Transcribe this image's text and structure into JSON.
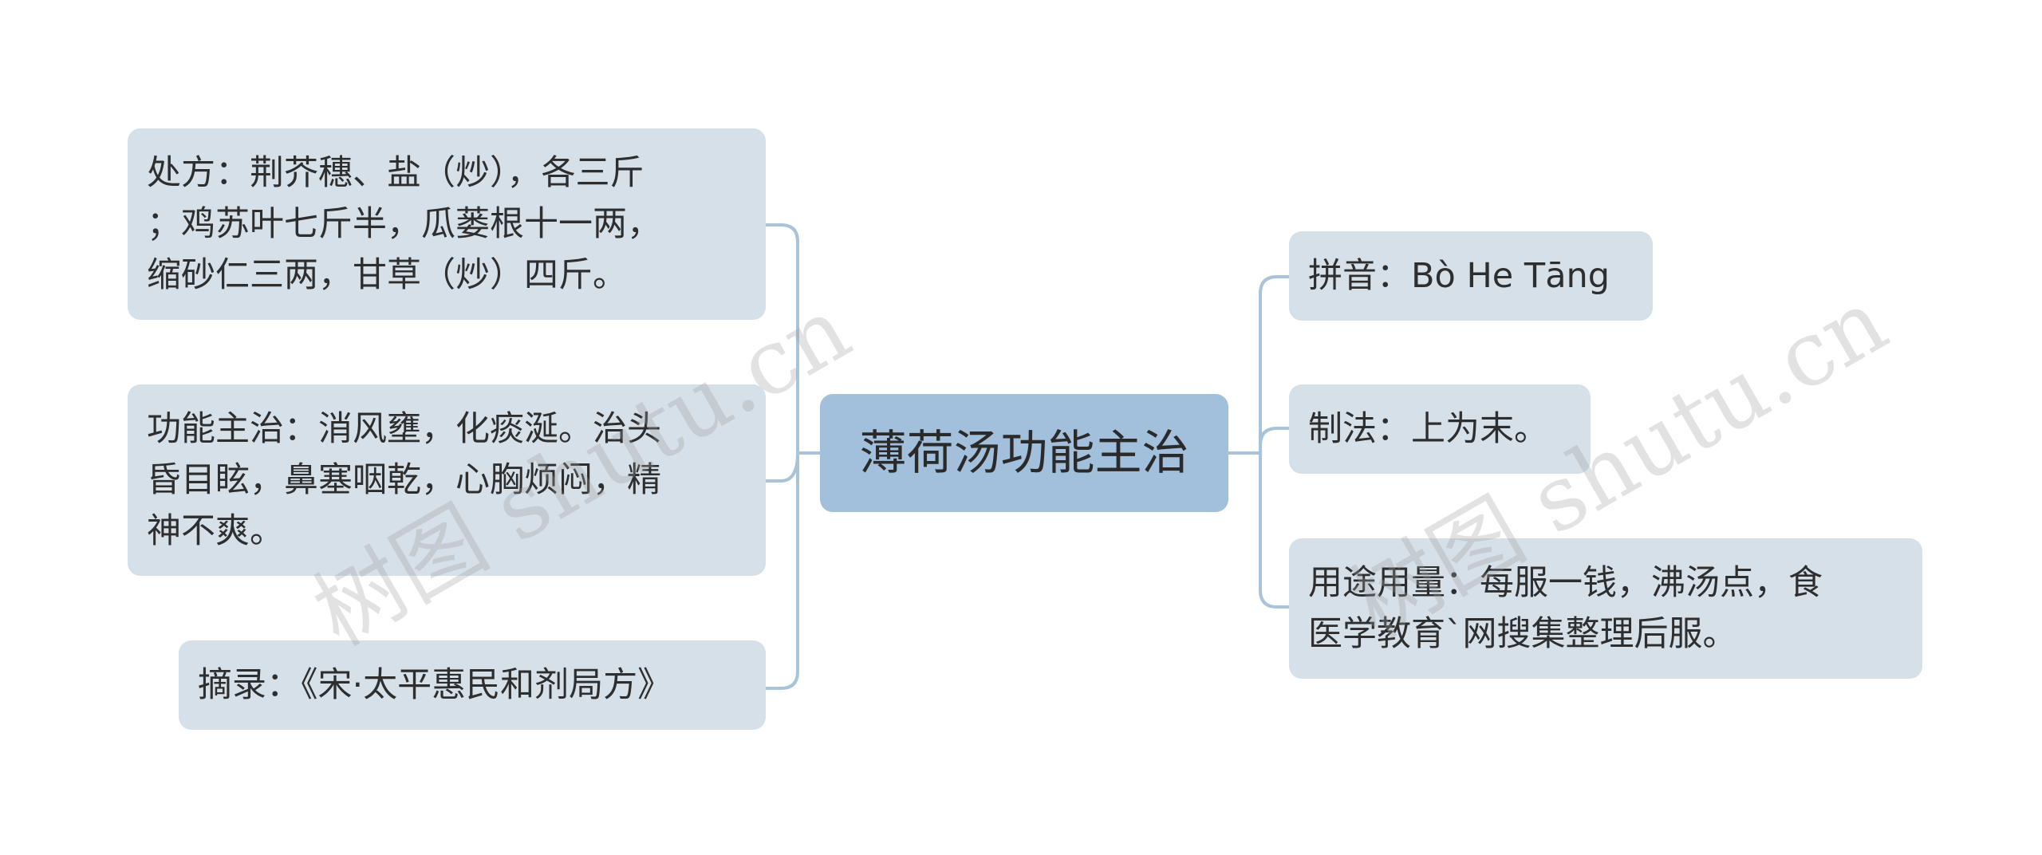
{
  "center": {
    "title": "薄荷汤功能主治"
  },
  "left_nodes": [
    {
      "lines": [
        "处方：荆芥穗、盐（炒），各三斤",
        "；鸡苏叶七斤半，瓜蒌根十一两，",
        "缩砂仁三两，甘草（炒）四斤。"
      ]
    },
    {
      "lines": [
        "功能主治：消风壅，化痰涎。治头",
        "昏目眩，鼻塞咽乾，心胸烦闷，精",
        "神不爽。"
      ]
    },
    {
      "lines": [
        "摘录：《宋·太平惠民和剂局方》"
      ]
    }
  ],
  "right_nodes": [
    {
      "lines": [
        "拼音：Bò He Tāng"
      ]
    },
    {
      "lines": [
        "制法：上为末。"
      ]
    },
    {
      "lines": [
        "用途用量：每服一钱，沸汤点，食",
        "医学教育`网搜集整理后服。"
      ]
    }
  ],
  "watermark": {
    "text": "树图 shutu.cn"
  },
  "colors": {
    "node_bg": "#d5e0e9",
    "center_bg": "#a2bfdb",
    "connector": "#a9c3d9"
  }
}
